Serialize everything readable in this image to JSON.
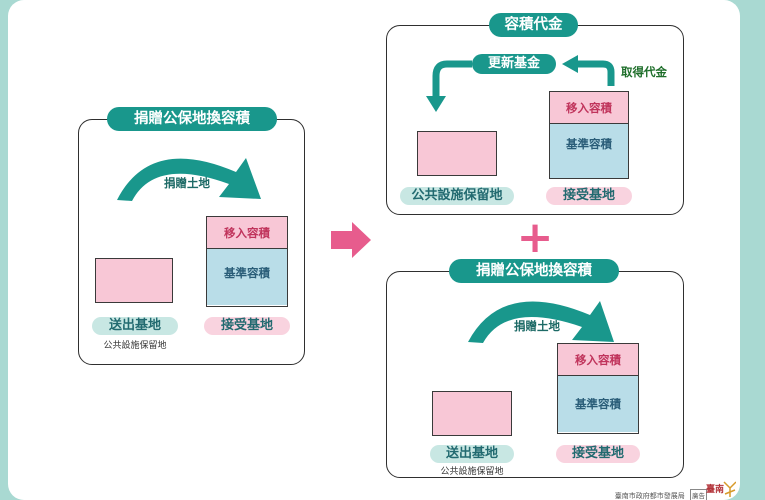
{
  "left": {
    "title": "捐贈公保地換容積",
    "arrow_label": "捐贈土地",
    "send_label": "送出基地",
    "send_sub": "公共設施保留地",
    "receive_label": "接受基地",
    "transfer_volume": "移入容積",
    "base_volume": "基準容積"
  },
  "center_arrow": "pink-right-arrow",
  "plus": "+",
  "top_right": {
    "title": "容積代金",
    "fund_label": "更新基金",
    "obtain_label": "取得代金",
    "public_label": "公共設施保留地",
    "receive_label": "接受基地",
    "transfer_volume": "移入容積",
    "base_volume": "基準容積"
  },
  "bottom_right": {
    "title": "捐贈公保地換容積",
    "arrow_label": "捐贈土地",
    "send_label": "送出基地",
    "send_sub": "公共設施保留地",
    "receive_label": "接受基地",
    "transfer_volume": "移入容積",
    "base_volume": "基準容積"
  },
  "footer": {
    "text": "臺南市政府都市發展局",
    "stamp": "廣告",
    "logo": "臺南"
  },
  "colors": {
    "teal": "#19978c",
    "pink": "#f8c7d6",
    "blue": "#b9dde8",
    "accent_pink": "#e75c8d"
  }
}
